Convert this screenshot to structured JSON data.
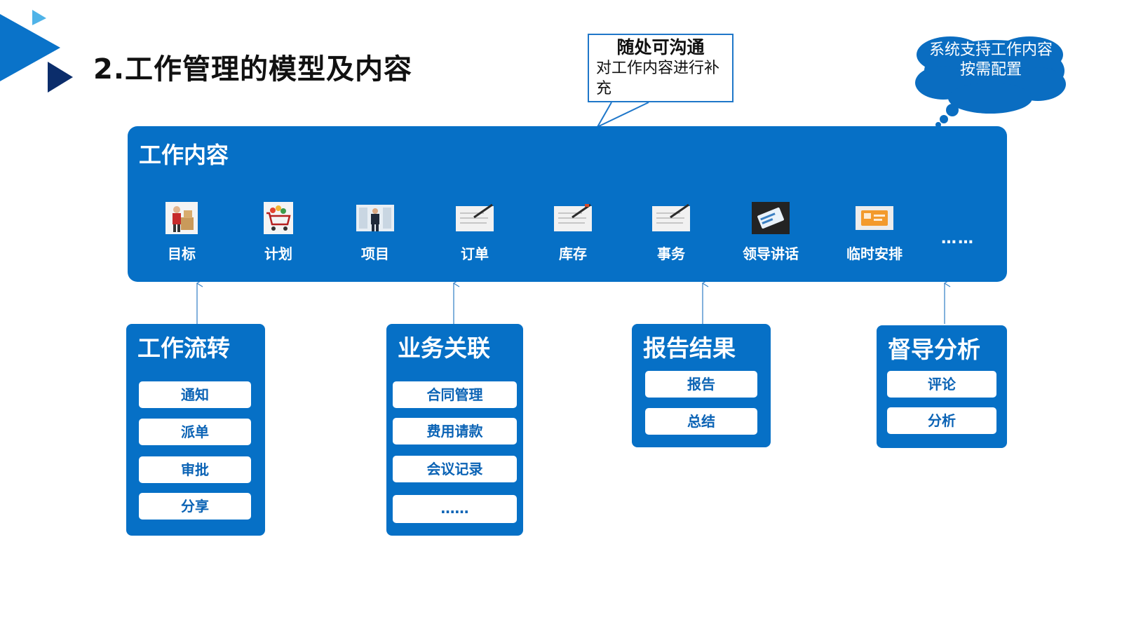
{
  "page": {
    "title": "2.工作管理的模型及内容"
  },
  "callout": {
    "title": "随处可沟通",
    "body": "对工作内容进行补充"
  },
  "cloud": {
    "text": "系统支持工作内容按需配置"
  },
  "work_content": {
    "title": "工作内容",
    "items": [
      {
        "label": "目标",
        "icon": "worker-boxes-icon"
      },
      {
        "label": "计划",
        "icon": "shopping-cart-icon"
      },
      {
        "label": "项目",
        "icon": "businessman-icon"
      },
      {
        "label": "订单",
        "icon": "document-pen-icon"
      },
      {
        "label": "库存",
        "icon": "document-pen-icon"
      },
      {
        "label": "事务",
        "icon": "document-pen-icon"
      },
      {
        "label": "领导讲话",
        "icon": "cards-icon"
      },
      {
        "label": "临时安排",
        "icon": "card-icon"
      }
    ],
    "more": "……"
  },
  "groups": [
    {
      "title": "工作流转",
      "items": [
        "通知",
        "派单",
        "审批",
        "分享"
      ]
    },
    {
      "title": "业务关联",
      "items": [
        "合同管理",
        "费用请款",
        "会议记录",
        "……"
      ]
    },
    {
      "title": "报告结果",
      "items": [
        "报告",
        "总结"
      ]
    },
    {
      "title": "督导分析",
      "items": [
        "评论",
        "分析"
      ]
    }
  ],
  "colors": {
    "primary": "#0670c6",
    "accent": "#1f77c9",
    "dark": "#0b2d6b",
    "light": "#4fb3e8"
  }
}
